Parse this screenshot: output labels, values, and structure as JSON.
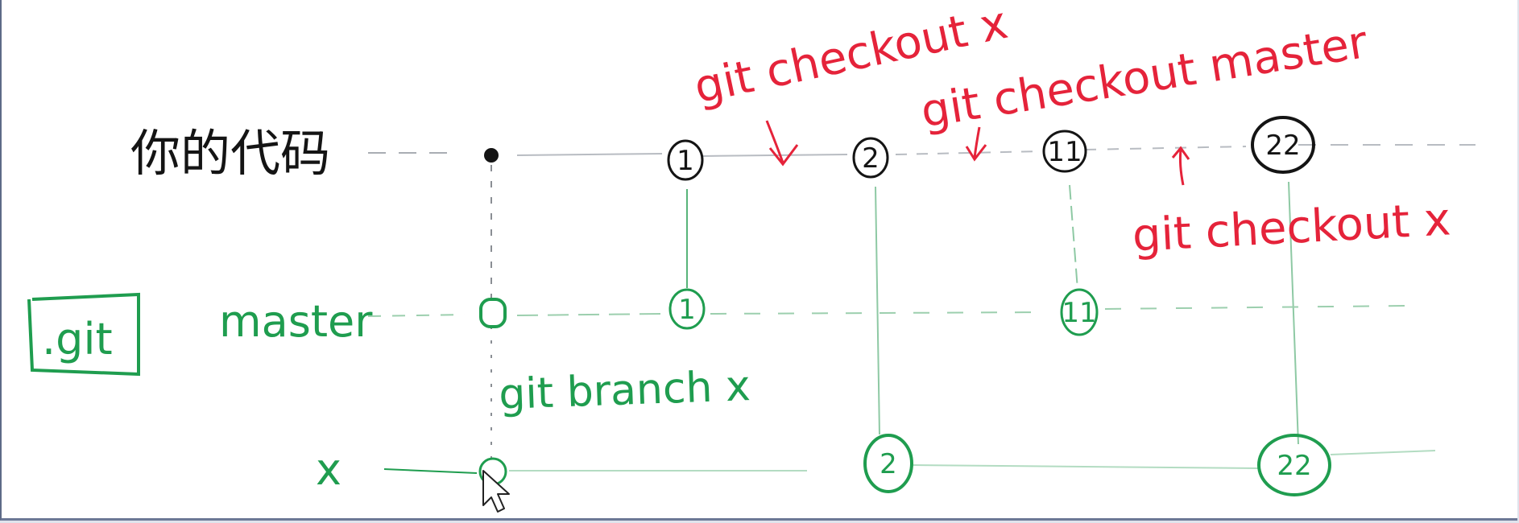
{
  "rows": {
    "working": {
      "label": "你的代码",
      "color": "#141414"
    },
    "git": {
      "label": ".git",
      "color": "#1f9d4f"
    },
    "master": {
      "label": "master",
      "color": "#1f9d4f"
    },
    "branch_x": {
      "label": "x",
      "color": "#1f9d4f"
    }
  },
  "working_nodes": [
    "1",
    "2",
    "11",
    "22"
  ],
  "master_nodes": [
    "1",
    "11"
  ],
  "branch_x_nodes": [
    "2",
    "22"
  ],
  "commands": {
    "checkout_x_top": "git checkout x",
    "checkout_master": "git checkout master",
    "checkout_x_bottom": "git checkout x",
    "branch_x": "git branch x"
  },
  "colors": {
    "red": "#e5233a",
    "green": "#1f9d4f",
    "black": "#141414",
    "guide": "#b8bcc2"
  },
  "cursor": {
    "icon": "mouse-pointer-icon"
  }
}
